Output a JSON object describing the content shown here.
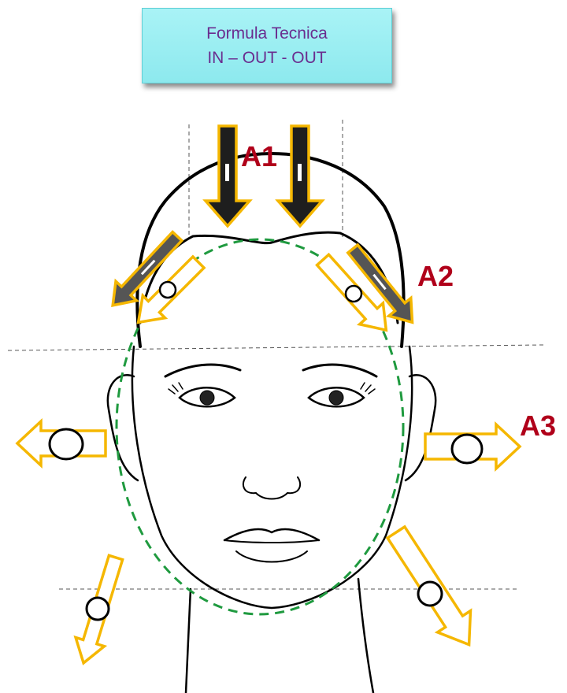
{
  "title": {
    "line1": "Formula Tecnica",
    "line2": "IN – OUT - OUT"
  },
  "labels": {
    "a1": "A1",
    "a2": "A2",
    "a3": "A3"
  },
  "colors": {
    "title_box_bg": "#9deff3",
    "title_text": "#6a2d8f",
    "label_red": "#b0001a",
    "arrow_yellow": "#f5b700",
    "arrow_dark": "#1e1e1e",
    "arrow_grey": "#555555",
    "face_oval": "#1f9a3f",
    "guide_lines": "#555555"
  }
}
